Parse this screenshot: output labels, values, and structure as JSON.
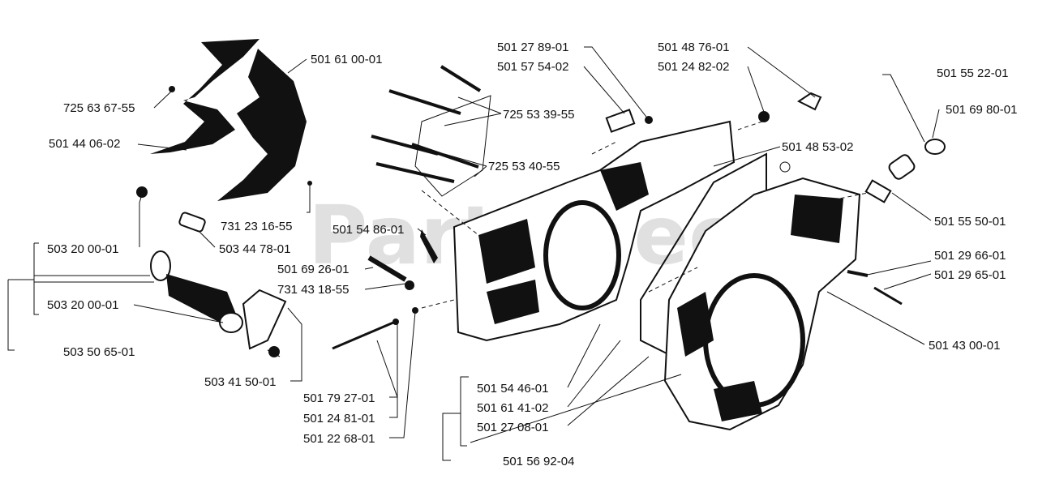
{
  "watermark": "PartsTree",
  "labels": [
    {
      "id": "l1",
      "text": "501 61 00-01"
    },
    {
      "id": "l2",
      "text": "725 63 67-55"
    },
    {
      "id": "l3",
      "text": "501 44 06-02"
    },
    {
      "id": "l4",
      "text": "731 23 16-55"
    },
    {
      "id": "l5",
      "text": "503 44 78-01"
    },
    {
      "id": "l6",
      "text": "503 20 00-01"
    },
    {
      "id": "l7",
      "text": "503 20 00-01"
    },
    {
      "id": "l8",
      "text": "503 50 65-01"
    },
    {
      "id": "l9",
      "text": "503 41 50-01"
    },
    {
      "id": "l10",
      "text": "501 27 89-01"
    },
    {
      "id": "l11",
      "text": "501 57 54-02"
    },
    {
      "id": "l12",
      "text": "725 53 39-55"
    },
    {
      "id": "l13",
      "text": "725 53 40-55"
    },
    {
      "id": "l14",
      "text": "501 48 76-01"
    },
    {
      "id": "l15",
      "text": "501 24 82-02"
    },
    {
      "id": "l16",
      "text": "501 48 53-02"
    },
    {
      "id": "l17",
      "text": "501 55 22-01"
    },
    {
      "id": "l18",
      "text": "501 69 80-01"
    },
    {
      "id": "l19",
      "text": "501 55 50-01"
    },
    {
      "id": "l20",
      "text": "501 29 66-01"
    },
    {
      "id": "l21",
      "text": "501 29 65-01"
    },
    {
      "id": "l22",
      "text": "501 43 00-01"
    },
    {
      "id": "l23",
      "text": "501 54 86-01"
    },
    {
      "id": "l24",
      "text": "501 69 26-01"
    },
    {
      "id": "l25",
      "text": "731 43 18-55"
    },
    {
      "id": "l26",
      "text": "501 79 27-01"
    },
    {
      "id": "l27",
      "text": "501 24 81-01"
    },
    {
      "id": "l28",
      "text": "501 22 68-01"
    },
    {
      "id": "l29",
      "text": "501 54 46-01"
    },
    {
      "id": "l30",
      "text": "501 61 41-02"
    },
    {
      "id": "l31",
      "text": "501 27 08-01"
    },
    {
      "id": "l32",
      "text": "501 56 92-04"
    }
  ]
}
